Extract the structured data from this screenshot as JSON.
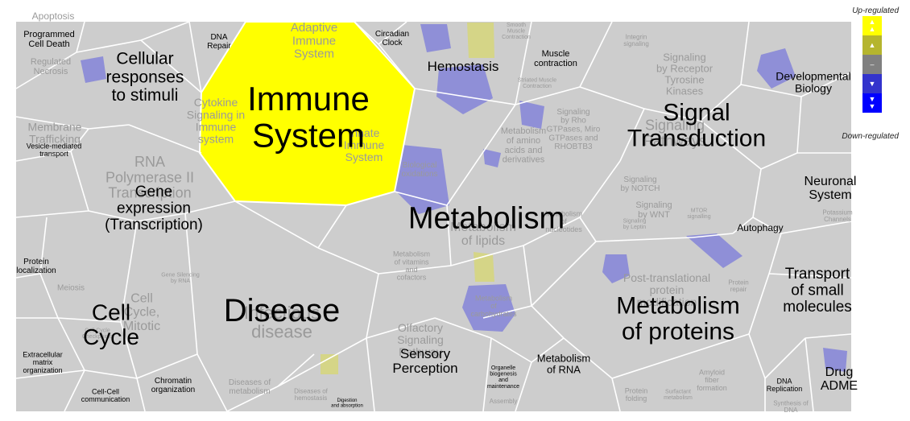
{
  "colors": {
    "background": "#cdcdcd",
    "border": "#ffffff",
    "up_strong": "#ffff00",
    "up_weak": "#b5b52e",
    "neutral": "#808080",
    "down_weak": "#3333cc",
    "down_strong": "#0000ff",
    "patch_blue": "#8484d8",
    "patch_yellow": "#d6d67a"
  },
  "legend": {
    "up_label": "Up-regulated",
    "down_label": "Down-regulated",
    "steps": [
      {
        "symbol": "▲▲",
        "color": "#ffff00"
      },
      {
        "symbol": "▲",
        "color": "#b5b52e"
      },
      {
        "symbol": "–",
        "color": "#808080"
      },
      {
        "symbol": "▼",
        "color": "#3333cc"
      },
      {
        "symbol": "▼▼",
        "color": "#0000ff"
      }
    ]
  },
  "pathways": [
    {
      "label": "Immune\nSystem",
      "size": 42
    },
    {
      "label": "Metabolism",
      "size": 38
    },
    {
      "label": "Disease",
      "size": 40
    },
    {
      "label": "Signal\nTransduction",
      "size": 30
    },
    {
      "label": "Metabolism\nof proteins",
      "size": 30
    },
    {
      "label": "Gene\nexpression\n(Transcription)",
      "size": 19
    },
    {
      "label": "Cellular\nresponses\nto stimuli",
      "size": 21
    },
    {
      "label": "Cell\nCycle",
      "size": 28
    },
    {
      "label": "Hemostasis",
      "size": 17
    },
    {
      "label": "Sensory\nPerception",
      "size": 17
    },
    {
      "label": "Transport\nof small\nmolecules",
      "size": 19
    },
    {
      "label": "Neuronal\nSystem",
      "size": 16
    },
    {
      "label": "Developmental\nBiology",
      "size": 14
    },
    {
      "label": "Drug\nADME",
      "size": 16
    },
    {
      "label": "Metabolism\nof RNA",
      "size": 13
    },
    {
      "label": "Autophagy",
      "size": 12
    },
    {
      "label": "Muscle\ncontraction",
      "size": 11
    },
    {
      "label": "Circadian\nClock",
      "size": 10
    },
    {
      "label": "DNA\nRepair",
      "size": 10
    },
    {
      "label": "Programmed\nCell Death",
      "size": 11
    },
    {
      "label": "Vesicle-mediated\ntransport",
      "size": 9
    },
    {
      "label": "Protein\nlocalization",
      "size": 10
    },
    {
      "label": "Extracellular\nmatrix\norganization",
      "size": 9
    },
    {
      "label": "Cell-Cell\ncommunication",
      "size": 9
    },
    {
      "label": "Chromatin\norganization",
      "size": 10
    },
    {
      "label": "DNA\nReplication",
      "size": 9
    },
    {
      "label": "Organelle\nbiogenesis\nand\nmaintenance",
      "size": 7
    },
    {
      "label": "Digestion\nand absorption",
      "size": 6
    }
  ],
  "sublabels": [
    {
      "label": "Apoptosis",
      "size": 12
    },
    {
      "label": "Regulated\nNecrosis",
      "size": 11
    },
    {
      "label": "Membrane\nTrafficking",
      "size": 14
    },
    {
      "label": "Adaptive\nImmune\nSystem",
      "size": 15
    },
    {
      "label": "Cytokine\nSignaling in\nImmune\nsystem",
      "size": 14
    },
    {
      "label": "Innate\nImmune\nSystem",
      "size": 14
    },
    {
      "label": "RNA\nPolymerase II\nTranscription",
      "size": 18
    },
    {
      "label": "Infectious\ndisease",
      "size": 22
    },
    {
      "label": "Cell\nCycle,\nMitotic",
      "size": 16
    },
    {
      "label": "Signaling\nby Receptor\nTyrosine\nKinases",
      "size": 13
    },
    {
      "label": "Signaling\nPathways",
      "size": 18
    },
    {
      "label": "Signaling\nby Rho\nGTPases, Miro\nGTPases and\nRHOBTB3",
      "size": 10
    },
    {
      "label": "Signaling\nby NOTCH",
      "size": 10
    },
    {
      "label": "Signaling\nby WNT",
      "size": 11
    },
    {
      "label": "Metabolism\nof lipids",
      "size": 16
    },
    {
      "label": "Metabolism\nof amino\nacids and\nderivatives",
      "size": 11
    },
    {
      "label": "Biological\noxidations",
      "size": 10
    },
    {
      "label": "Metabolism\nof vitamins\nand\ncofactors",
      "size": 9
    },
    {
      "label": "Metabolism\nof\ncarbohydrates",
      "size": 9
    },
    {
      "label": "Metabolism\nof\nnucleotides",
      "size": 9
    },
    {
      "label": "Post-translational\nprotein\nmodification",
      "size": 14
    },
    {
      "label": "Olfactory\nSignaling\nPathway",
      "size": 14
    },
    {
      "label": "Diseases of\nmetabolism",
      "size": 10
    },
    {
      "label": "Meiosis",
      "size": 10
    },
    {
      "label": "Protein\nfolding",
      "size": 9
    },
    {
      "label": "Amyloid\nfiber\nformation",
      "size": 9
    },
    {
      "label": "Smooth\nMuscle\nContraction",
      "size": 7
    },
    {
      "label": "Striated Muscle\nContraction",
      "size": 7
    },
    {
      "label": "Integrin\nsignaling",
      "size": 8
    },
    {
      "label": "Potassium\nChannels",
      "size": 8
    },
    {
      "label": "Synthesis of\nDNA",
      "size": 8
    },
    {
      "label": "Assembly",
      "size": 8
    },
    {
      "label": "Diseases of\nhemostasis",
      "size": 8
    },
    {
      "label": "Gene Silencing\nby RNA",
      "size": 7
    },
    {
      "label": "Cell Cycle\nCheckpoints",
      "size": 7
    },
    {
      "label": "Protein\nrepair",
      "size": 8
    },
    {
      "label": "MTOR\nsignalling",
      "size": 7
    },
    {
      "label": "Signaling\nby Leptin",
      "size": 7
    },
    {
      "label": "Surfactant\nmetabolism",
      "size": 7
    }
  ]
}
